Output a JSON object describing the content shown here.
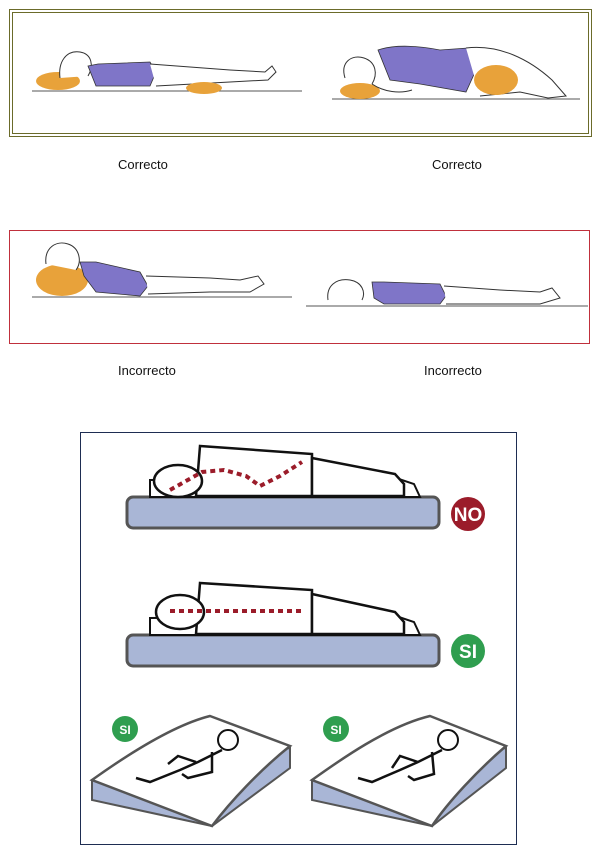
{
  "captions": {
    "correct_left": "Correcto",
    "correct_right": "Correcto",
    "incorrect_left": "Incorrecto",
    "incorrect_right": "Incorrecto"
  },
  "badges": {
    "no": "NO",
    "si_back": "SI",
    "si_side_left": "SI",
    "si_side_right": "SI"
  },
  "colors": {
    "cushion": "#e8a23a",
    "clothing": "#7f75c8",
    "no_badge": "#9b1c2a",
    "si_badge": "#2f9e4f",
    "mattress": "#a9b6d6",
    "spine": "#9b1c2a",
    "correct_frame": "#6b6b2a",
    "incorrect_frame": "#c0303c",
    "pillow_frame": "#1e2d52"
  }
}
